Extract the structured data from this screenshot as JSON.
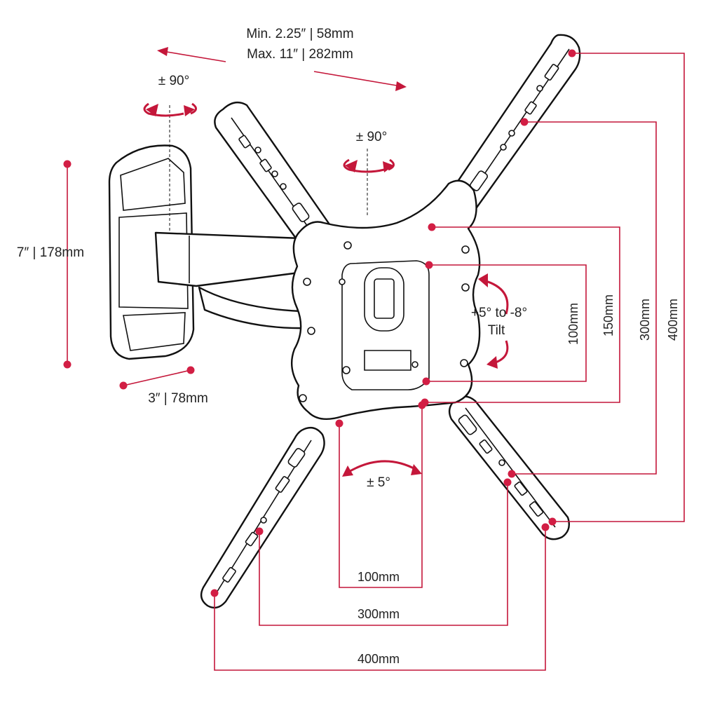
{
  "labels": {
    "extension_min": "Min.  2.25″ | 58mm",
    "extension_max": "Max.  11″ | 282mm",
    "swivel_wall": "± 90°",
    "swivel_plate": "± 90°",
    "height": "7″ | 178mm",
    "depth": "3″ | 78mm",
    "tilt_range": "+5° to -8°",
    "tilt": "Tilt",
    "roll": "± 5°",
    "v_100": "100mm",
    "v_150": "150mm",
    "v_300": "300mm",
    "v_400": "400mm",
    "h_100": "100mm",
    "h_300": "300mm",
    "h_400": "400mm"
  },
  "colors": {
    "dimension": "#c4173a",
    "ink": "#111111",
    "background": "#ffffff"
  }
}
